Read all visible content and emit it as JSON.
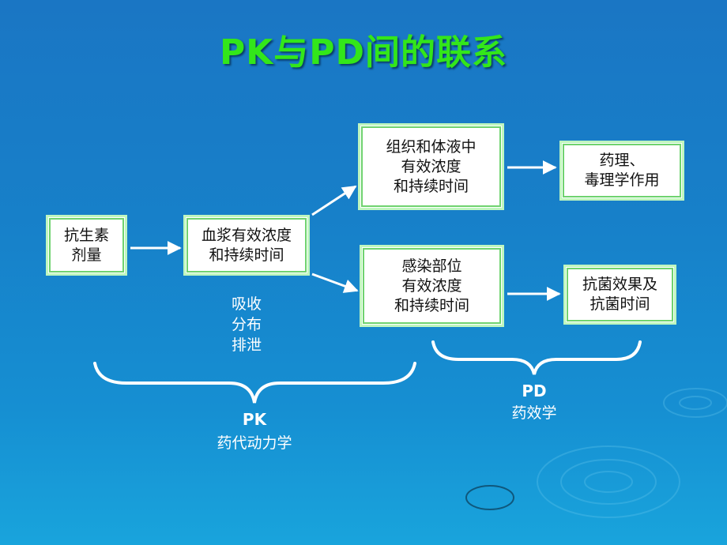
{
  "title": "PK与PD间的联系",
  "boxes": {
    "dose": "抗生素\n剂量",
    "plasma": "血浆有效浓度\n和持续时间",
    "tissue": "组织和体液中\n有效浓度\n和持续时间",
    "infection": "感染部位\n有效浓度\n和持续时间",
    "pharmacology": "药理、\n毒理学作用",
    "antibacterial": "抗菌效果及\n抗菌时间"
  },
  "process_label": "吸收\n分布\n排泄",
  "pk": {
    "abbr": "PK",
    "name": "药代动力学"
  },
  "pd": {
    "abbr": "PD",
    "name": "药效学"
  },
  "colors": {
    "title": "#33e61a",
    "box_border": "#6fd36f",
    "text_light": "#ffffff"
  }
}
